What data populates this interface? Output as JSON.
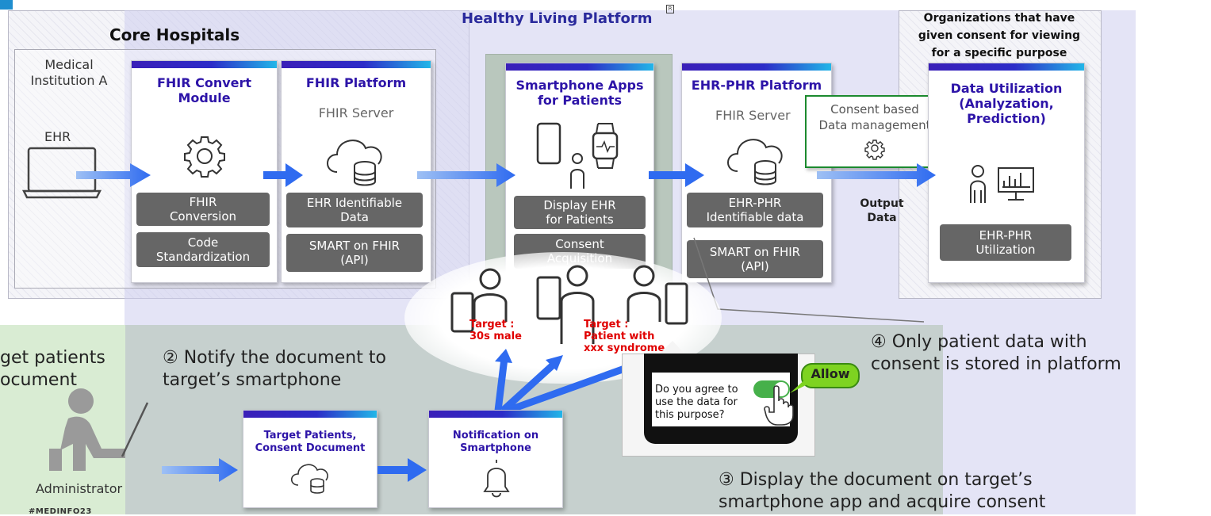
{
  "platform": {
    "title": "Healthy Living Platform"
  },
  "core_hospitals": {
    "title": "Core Hospitals",
    "institution": "Medical\nInstitution A",
    "ehr_label": "EHR"
  },
  "fhir_convert": {
    "title": "FHIR Convert\nModule",
    "items": [
      "FHIR\nConversion",
      "Code\nStandardization"
    ]
  },
  "fhir_platform": {
    "title": "FHIR Platform",
    "server": "FHIR Server",
    "items": [
      "EHR Identifiable\nData",
      "SMART on FHIR\n(API)"
    ]
  },
  "smartphone_apps": {
    "title": "Smartphone Apps\nfor Patients",
    "items": [
      "Display EHR\nfor Patients",
      "Consent\nAcquisition"
    ]
  },
  "ehr_phr_platform": {
    "title": "EHR-PHR Platform",
    "server": "FHIR Server",
    "items": [
      "EHR-PHR\nIdentifiable data",
      "SMART on FHIR\n(API)"
    ]
  },
  "consent_box": {
    "label": "Consent based\nData management"
  },
  "output": {
    "label": "Output\nData"
  },
  "organizations": {
    "heading": "Organizations that have\ngiven consent for viewing\nfor a specific purpose",
    "title": "Data Utilization\n(Analyzation,\nPrediction)",
    "item": "EHR-PHR\nUtilization"
  },
  "targets": {
    "target1": "Target :\n30s male",
    "target2": "Target :\nPatient with\nxxx syndrome"
  },
  "steps": {
    "step1": "get patients\nocument",
    "step2": "② Notify the document to\ntarget’s smartphone",
    "step3": "③ Display the document on target’s\nsmartphone app and acquire consent",
    "step4": "④ Only patient data with\nconsent is stored in platform"
  },
  "administrator": {
    "label": "Administrator"
  },
  "target_patients_card": {
    "title": "Target Patients,\nConsent Document"
  },
  "notification_card": {
    "title": "Notification on\nSmartphone"
  },
  "phone_prompt": {
    "question": "Do you agree to\nuse the data for\nthis purpose?",
    "allow": "Allow"
  },
  "footer": {
    "mark": "#MEDINFO23"
  }
}
